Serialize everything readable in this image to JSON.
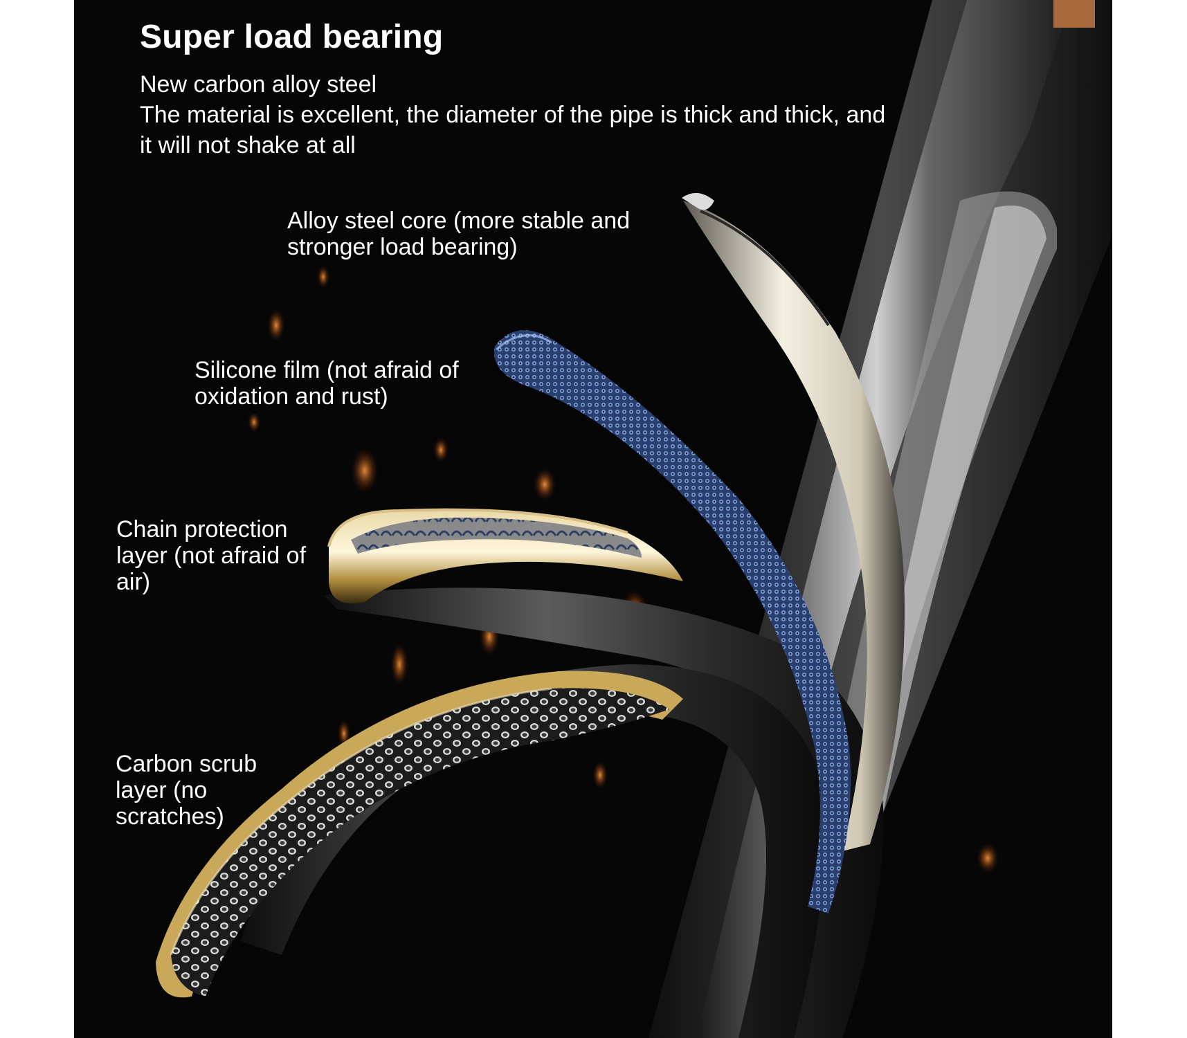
{
  "headline": "Super load bearing",
  "description": {
    "line1": "New carbon alloy steel",
    "line2": "The material is excellent, the diameter of the pipe is thick and thick, and it will not shake at all"
  },
  "callouts": {
    "core": "Alloy steel core (more stable and stronger load bearing)",
    "silicone": "Silicone film (not afraid of oxidation and rust)",
    "chain": "Chain protection layer (not afraid of air)",
    "carbon": "Carbon scrub layer (no scratches)"
  },
  "colors": {
    "background": "#060606",
    "text": "#ffffff",
    "silicone_mesh": "#5b7fc4",
    "gold_rim": "#c9a85a",
    "spark": "#d2691e"
  }
}
